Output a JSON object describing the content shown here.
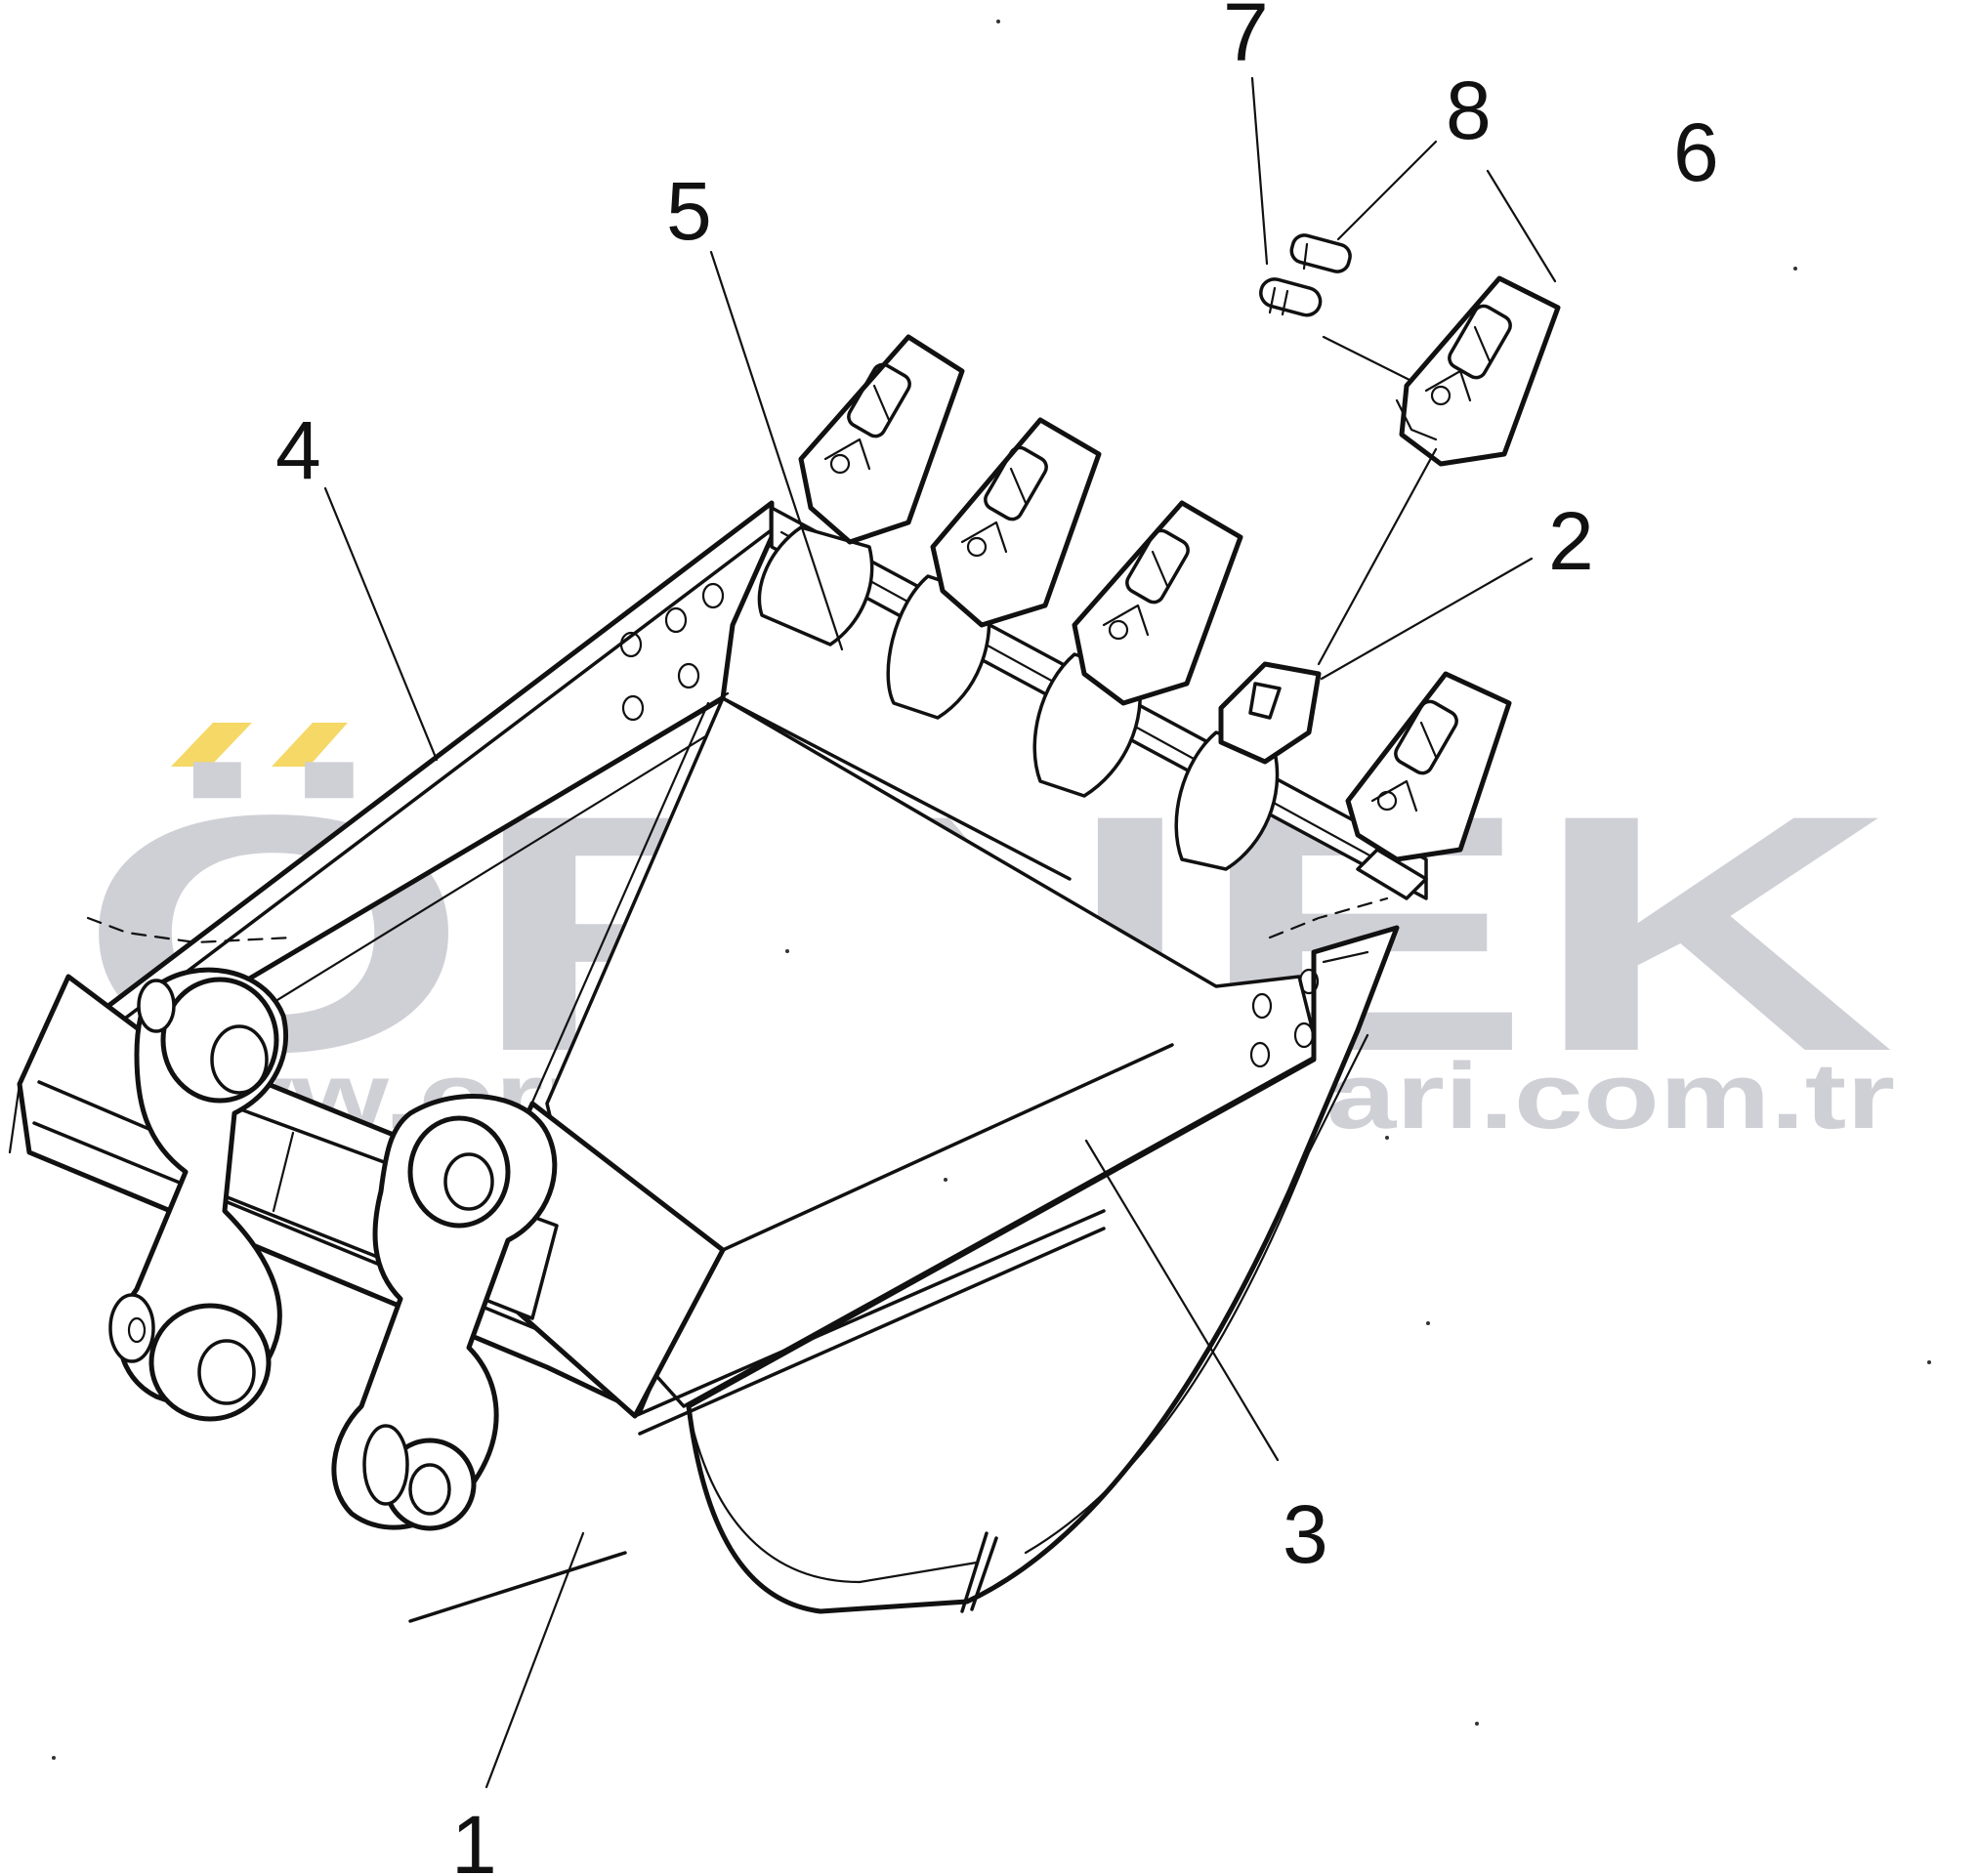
{
  "colors": {
    "ink": "#111111",
    "watermark": "#cfcfd6",
    "watermark_accent": "#f5d866",
    "background": "#ffffff"
  },
  "watermark": {
    "brand": "ÖRNEK",
    "url": "www.ornekismakinalari.com.tr"
  },
  "callouts": [
    {
      "id": "1",
      "label": "1"
    },
    {
      "id": "2",
      "label": "2"
    },
    {
      "id": "3",
      "label": "3"
    },
    {
      "id": "4",
      "label": "4"
    },
    {
      "id": "5",
      "label": "5"
    },
    {
      "id": "6",
      "label": "6"
    },
    {
      "id": "7",
      "label": "7"
    },
    {
      "id": "8",
      "label": "8"
    }
  ]
}
